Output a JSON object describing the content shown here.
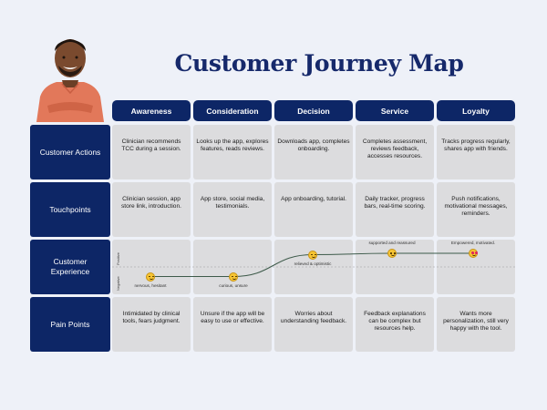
{
  "title": "Customer Journey Map",
  "stages": [
    "Awareness",
    "Consideration",
    "Decision",
    "Service",
    "Loyalty"
  ],
  "rows": [
    {
      "label": "Customer Actions",
      "cells": [
        "Clinician recommends TCC during a session.",
        "Looks up the app, explores features, reads reviews.",
        "Downloads app, completes onboarding.",
        "Completes assessment, reviews feedback, accesses resources.",
        "Tracks progress regularly, shares app with friends."
      ]
    },
    {
      "label": "Touchpoints",
      "cells": [
        "Clinician session, app store link, introduction.",
        "App store, social media, testimonials.",
        "App onboarding, tutorial.",
        "Daily tracker, progress bars, real-time scoring.",
        "Push notifications, motivational messages, reminders."
      ]
    },
    {
      "label": "Customer Experience",
      "cells": []
    },
    {
      "label": "Pain Points",
      "cells": [
        "Intimidated by clinical tools, fears judgment.",
        "Unsure if the app will be easy to use or effective.",
        "Worries about understanding feedback.",
        "Feedback explanations can be complex but resources help.",
        "Wants more personalization, still very happy with the tool."
      ]
    }
  ],
  "experience": {
    "positive_label": "Positive",
    "negative_label": "Negative",
    "scale": "sentiment from -1 (negative) to +1 (positive)",
    "points": [
      {
        "stage": "Awareness",
        "sentiment": -0.35,
        "label": "nervous, hesitant",
        "icon": "nervous-face-icon"
      },
      {
        "stage": "Consideration",
        "sentiment": -0.35,
        "label": "curious, unsure",
        "icon": "thinking-face-icon"
      },
      {
        "stage": "Decision",
        "sentiment": 0.45,
        "label": "relieved & optimistic",
        "icon": "relieved-face-icon"
      },
      {
        "stage": "Service",
        "sentiment": 0.5,
        "label": "supported and reassured",
        "icon": "smiling-face-icon"
      },
      {
        "stage": "Loyalty",
        "sentiment": 0.5,
        "label": "Empowered, motivated.",
        "icon": "heart-eyes-face-icon"
      }
    ]
  },
  "colors": {
    "navy": "#0d2666",
    "title": "#16296b",
    "cell": "#dcdcde",
    "background": "#eef1f8",
    "line": "#3d5a4a",
    "emoji": "#f6c433"
  }
}
